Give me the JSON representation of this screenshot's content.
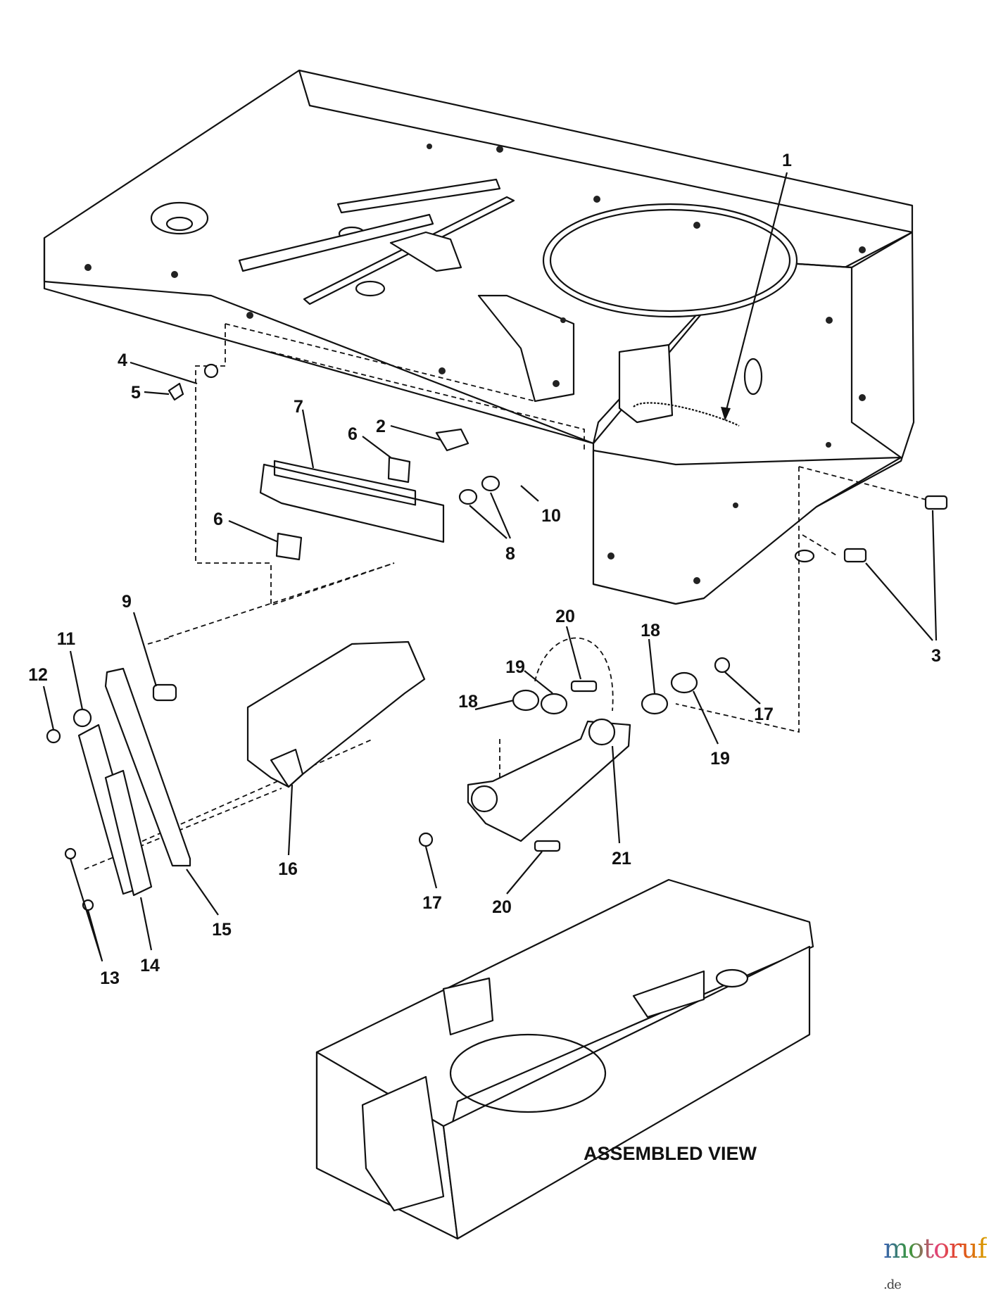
{
  "diagram": {
    "callouts": {
      "p1": "1",
      "p2": "2",
      "p3": "3",
      "p4": "4",
      "p5": "5",
      "p6a": "6",
      "p6b": "6",
      "p7": "7",
      "p8": "8",
      "p9": "9",
      "p10": "10",
      "p11": "11",
      "p12": "12",
      "p13": "13",
      "p14": "14",
      "p15": "15",
      "p16": "16",
      "p17a": "17",
      "p17b": "17",
      "p18a": "18",
      "p18b": "18",
      "p19a": "19",
      "p19b": "19",
      "p20a": "20",
      "p20b": "20",
      "p21": "21"
    },
    "assembled_view_label": "ASSEMBLED VIEW"
  },
  "watermark": {
    "text": "motoruf",
    "suffix": ".de",
    "colors": [
      "#3b5fb5",
      "#3a9a3a",
      "#e0457b",
      "#e04a1f",
      "#d9a300"
    ]
  }
}
